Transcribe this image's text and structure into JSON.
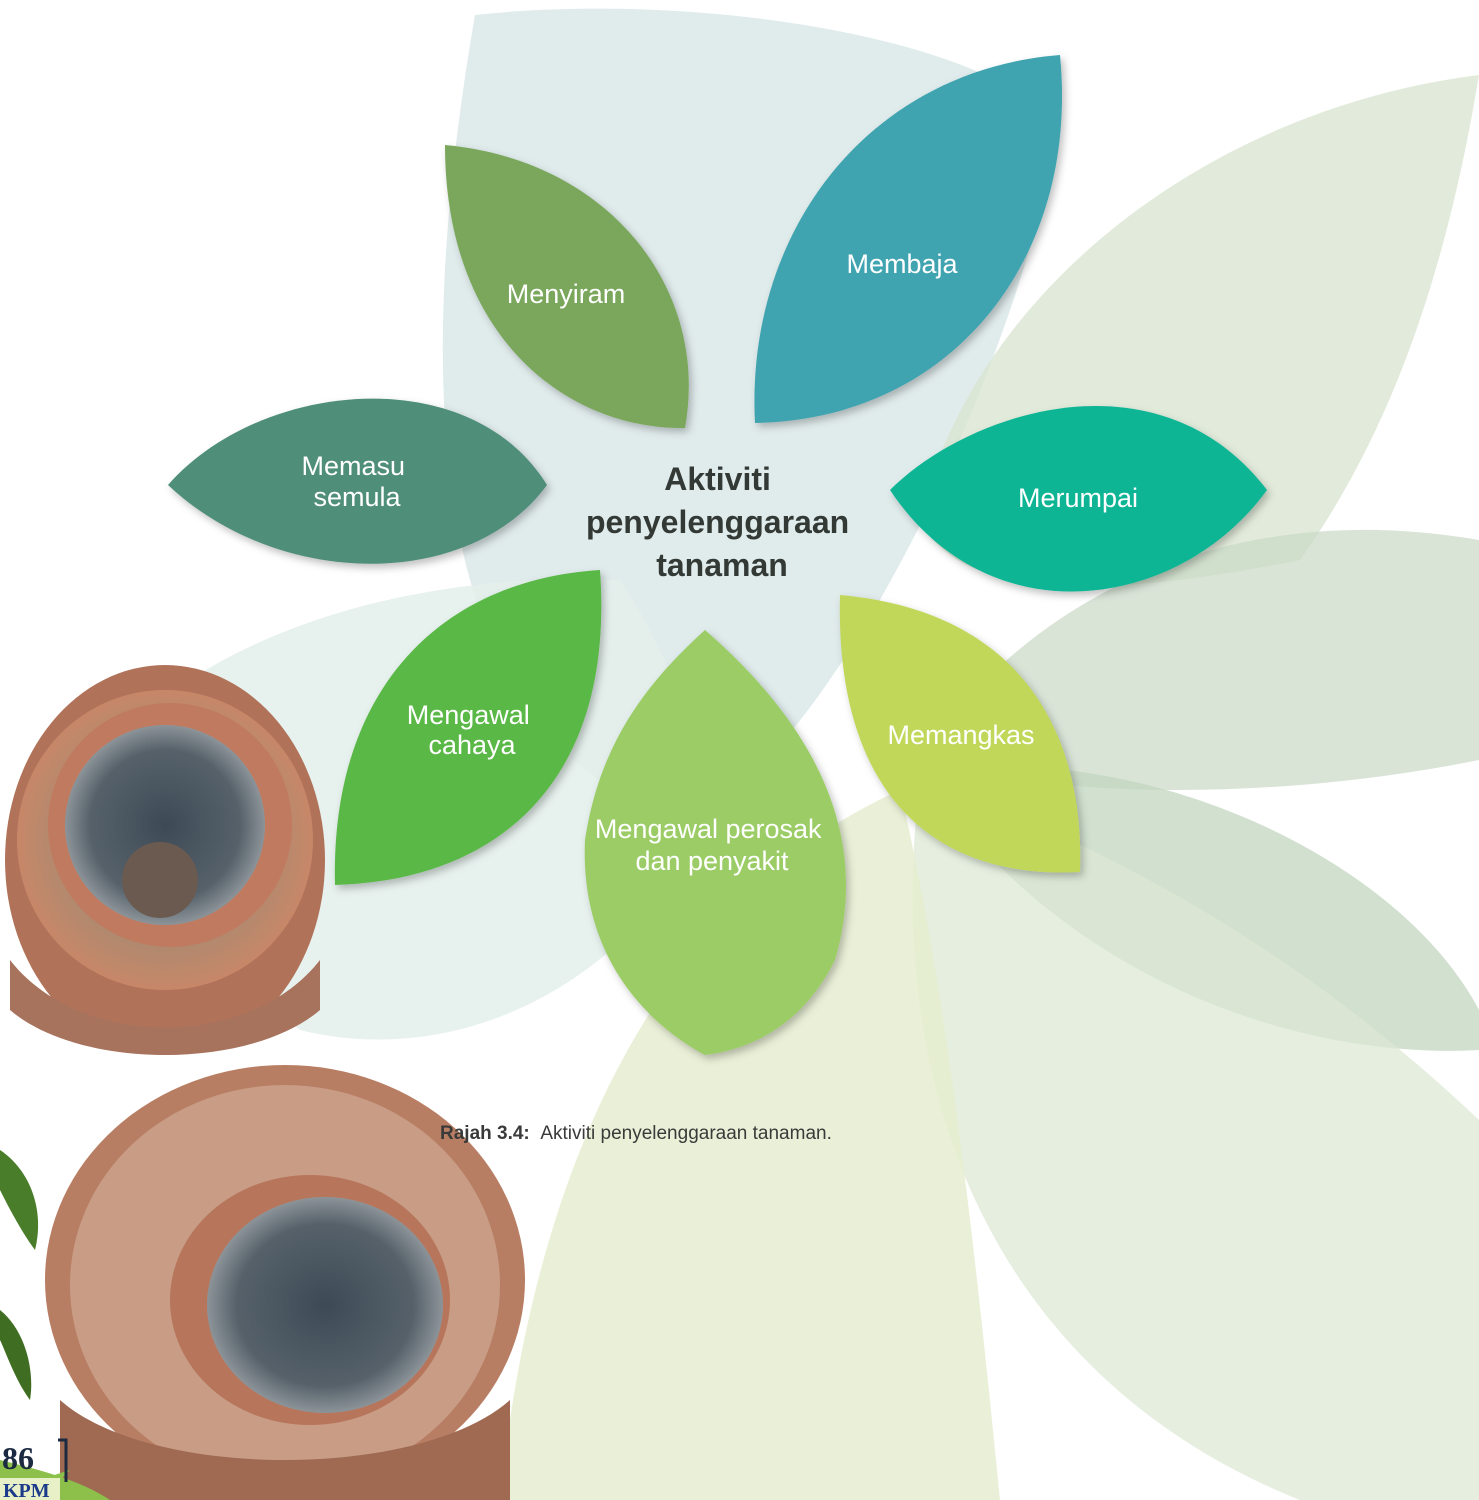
{
  "diagram": {
    "center_lines": [
      "Aktiviti",
      "penyelenggaraan",
      "tanaman"
    ],
    "petals": [
      {
        "id": "menyiram",
        "lines": [
          "Menyiram"
        ],
        "color": "#7aa75c"
      },
      {
        "id": "membaja",
        "lines": [
          "Membaja"
        ],
        "color": "#3fa4b0"
      },
      {
        "id": "merumpai",
        "lines": [
          "Merumpai"
        ],
        "color": "#10b595"
      },
      {
        "id": "memangkas",
        "lines": [
          "Memangkas"
        ],
        "color": "#c1d75a"
      },
      {
        "id": "mengawal-perosak",
        "lines": [
          "Mengawal perosak",
          "dan penyakit"
        ],
        "color": "#9bcc66"
      },
      {
        "id": "mengawal-cahaya",
        "lines": [
          "Mengawal",
          "cahaya"
        ],
        "color": "#5ab847"
      },
      {
        "id": "memasu-semula",
        "lines": [
          "Memasu",
          "semula"
        ],
        "color": "#4f8e79"
      }
    ]
  },
  "caption": {
    "label": "Rajah 3.4:",
    "text": "Aktiviti penyelenggaraan tanaman."
  },
  "page": {
    "number": "86",
    "logo_text": "KPM"
  }
}
